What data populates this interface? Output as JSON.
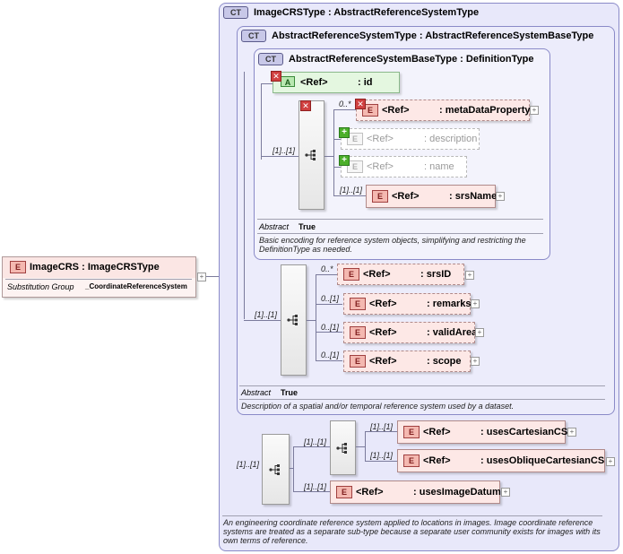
{
  "root": {
    "badge": "E",
    "name": "ImageCRS",
    "type": "ImageCRSType",
    "sep": ":",
    "prop_label": "Substitution Group",
    "prop_value": "_CoordinateReferenceSystem"
  },
  "ct_outer": {
    "badge": "CT",
    "name": "ImageCRSType",
    "base": "AbstractReferenceSystemType",
    "abstract_label": "",
    "doc": "An engineering coordinate reference system applied to locations in images. Image coordinate reference systems are treated as a separate sub-type because a separate user community exists for images with its own terms of reference."
  },
  "ct_mid": {
    "badge": "CT",
    "name": "AbstractReferenceSystemType",
    "base": "AbstractReferenceSystemBaseType",
    "abstract_label": "Abstract",
    "abstract_value": "True",
    "doc": "Description of a spatial and/or temporal reference system used by a dataset."
  },
  "ct_inner": {
    "badge": "CT",
    "name": "AbstractReferenceSystemBaseType",
    "base": "DefinitionType",
    "abstract_label": "Abstract",
    "abstract_value": "True",
    "doc": "Basic encoding for reference system objects, simplifying and restricting the DefinitionType as needed."
  },
  "attribute": {
    "badge": "A",
    "ref": "<Ref>",
    "name": ": id"
  },
  "inner_elements": [
    {
      "mult": "0..*",
      "ref": "<Ref>",
      "name": ": metaDataProperty"
    },
    {
      "mult": "",
      "ref": "<Ref>",
      "name": ": description"
    },
    {
      "mult": "",
      "ref": "<Ref>",
      "name": ": name"
    },
    {
      "mult": "[1]..[1]",
      "ref": "<Ref>",
      "name": ": srsName"
    }
  ],
  "inner_seq_mult": "[1]..[1]",
  "mid_elements": [
    {
      "mult": "0..*",
      "ref": "<Ref>",
      "name": ": srsID"
    },
    {
      "mult": "0..[1]",
      "ref": "<Ref>",
      "name": ": remarks"
    },
    {
      "mult": "0..[1]",
      "ref": "<Ref>",
      "name": ": validArea"
    },
    {
      "mult": "0..[1]",
      "ref": "<Ref>",
      "name": ": scope"
    }
  ],
  "mid_seq_mult": "[1]..[1]",
  "outer_seq_mult": "[1]..[1]",
  "choice_seq_mult": "[1]..[1]",
  "cs_elements": [
    {
      "mult": "[1]..[1]",
      "ref": "<Ref>",
      "name": ": usesCartesianCS"
    },
    {
      "mult": "[1]..[1]",
      "ref": "<Ref>",
      "name": ": usesObliqueCartesianCS"
    }
  ],
  "datum": {
    "mult": "[1]..[1]",
    "ref": "<Ref>",
    "name": ": usesImageDatum"
  },
  "e_badge": "E",
  "plus": "+",
  "x": "✕"
}
